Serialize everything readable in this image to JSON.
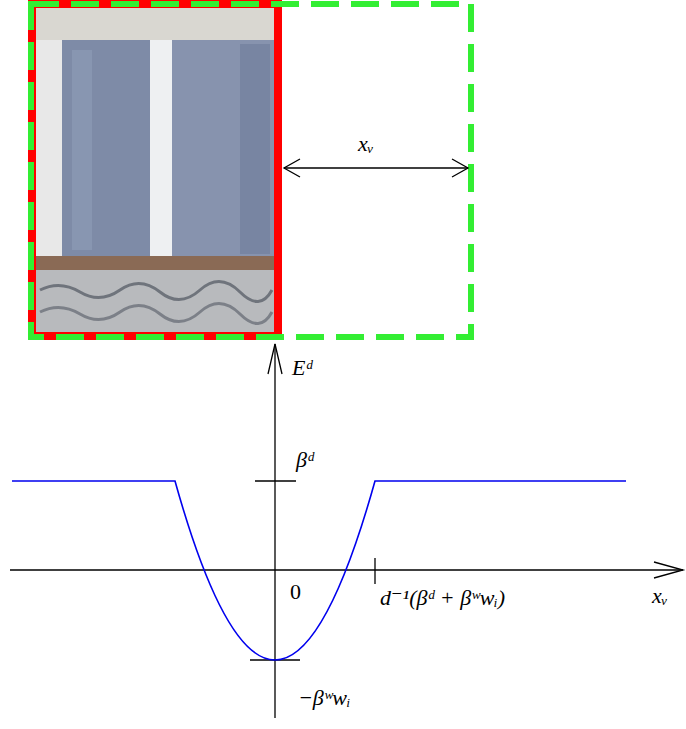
{
  "diagram": {
    "labels": [
      "xᵥ",
      "Eᵈ",
      "βᵈ",
      "0",
      "d⁻¹(βᵈ + βʷwᵢ)",
      "xᵥ",
      "−βʷwᵢ"
    ]
  }
}
